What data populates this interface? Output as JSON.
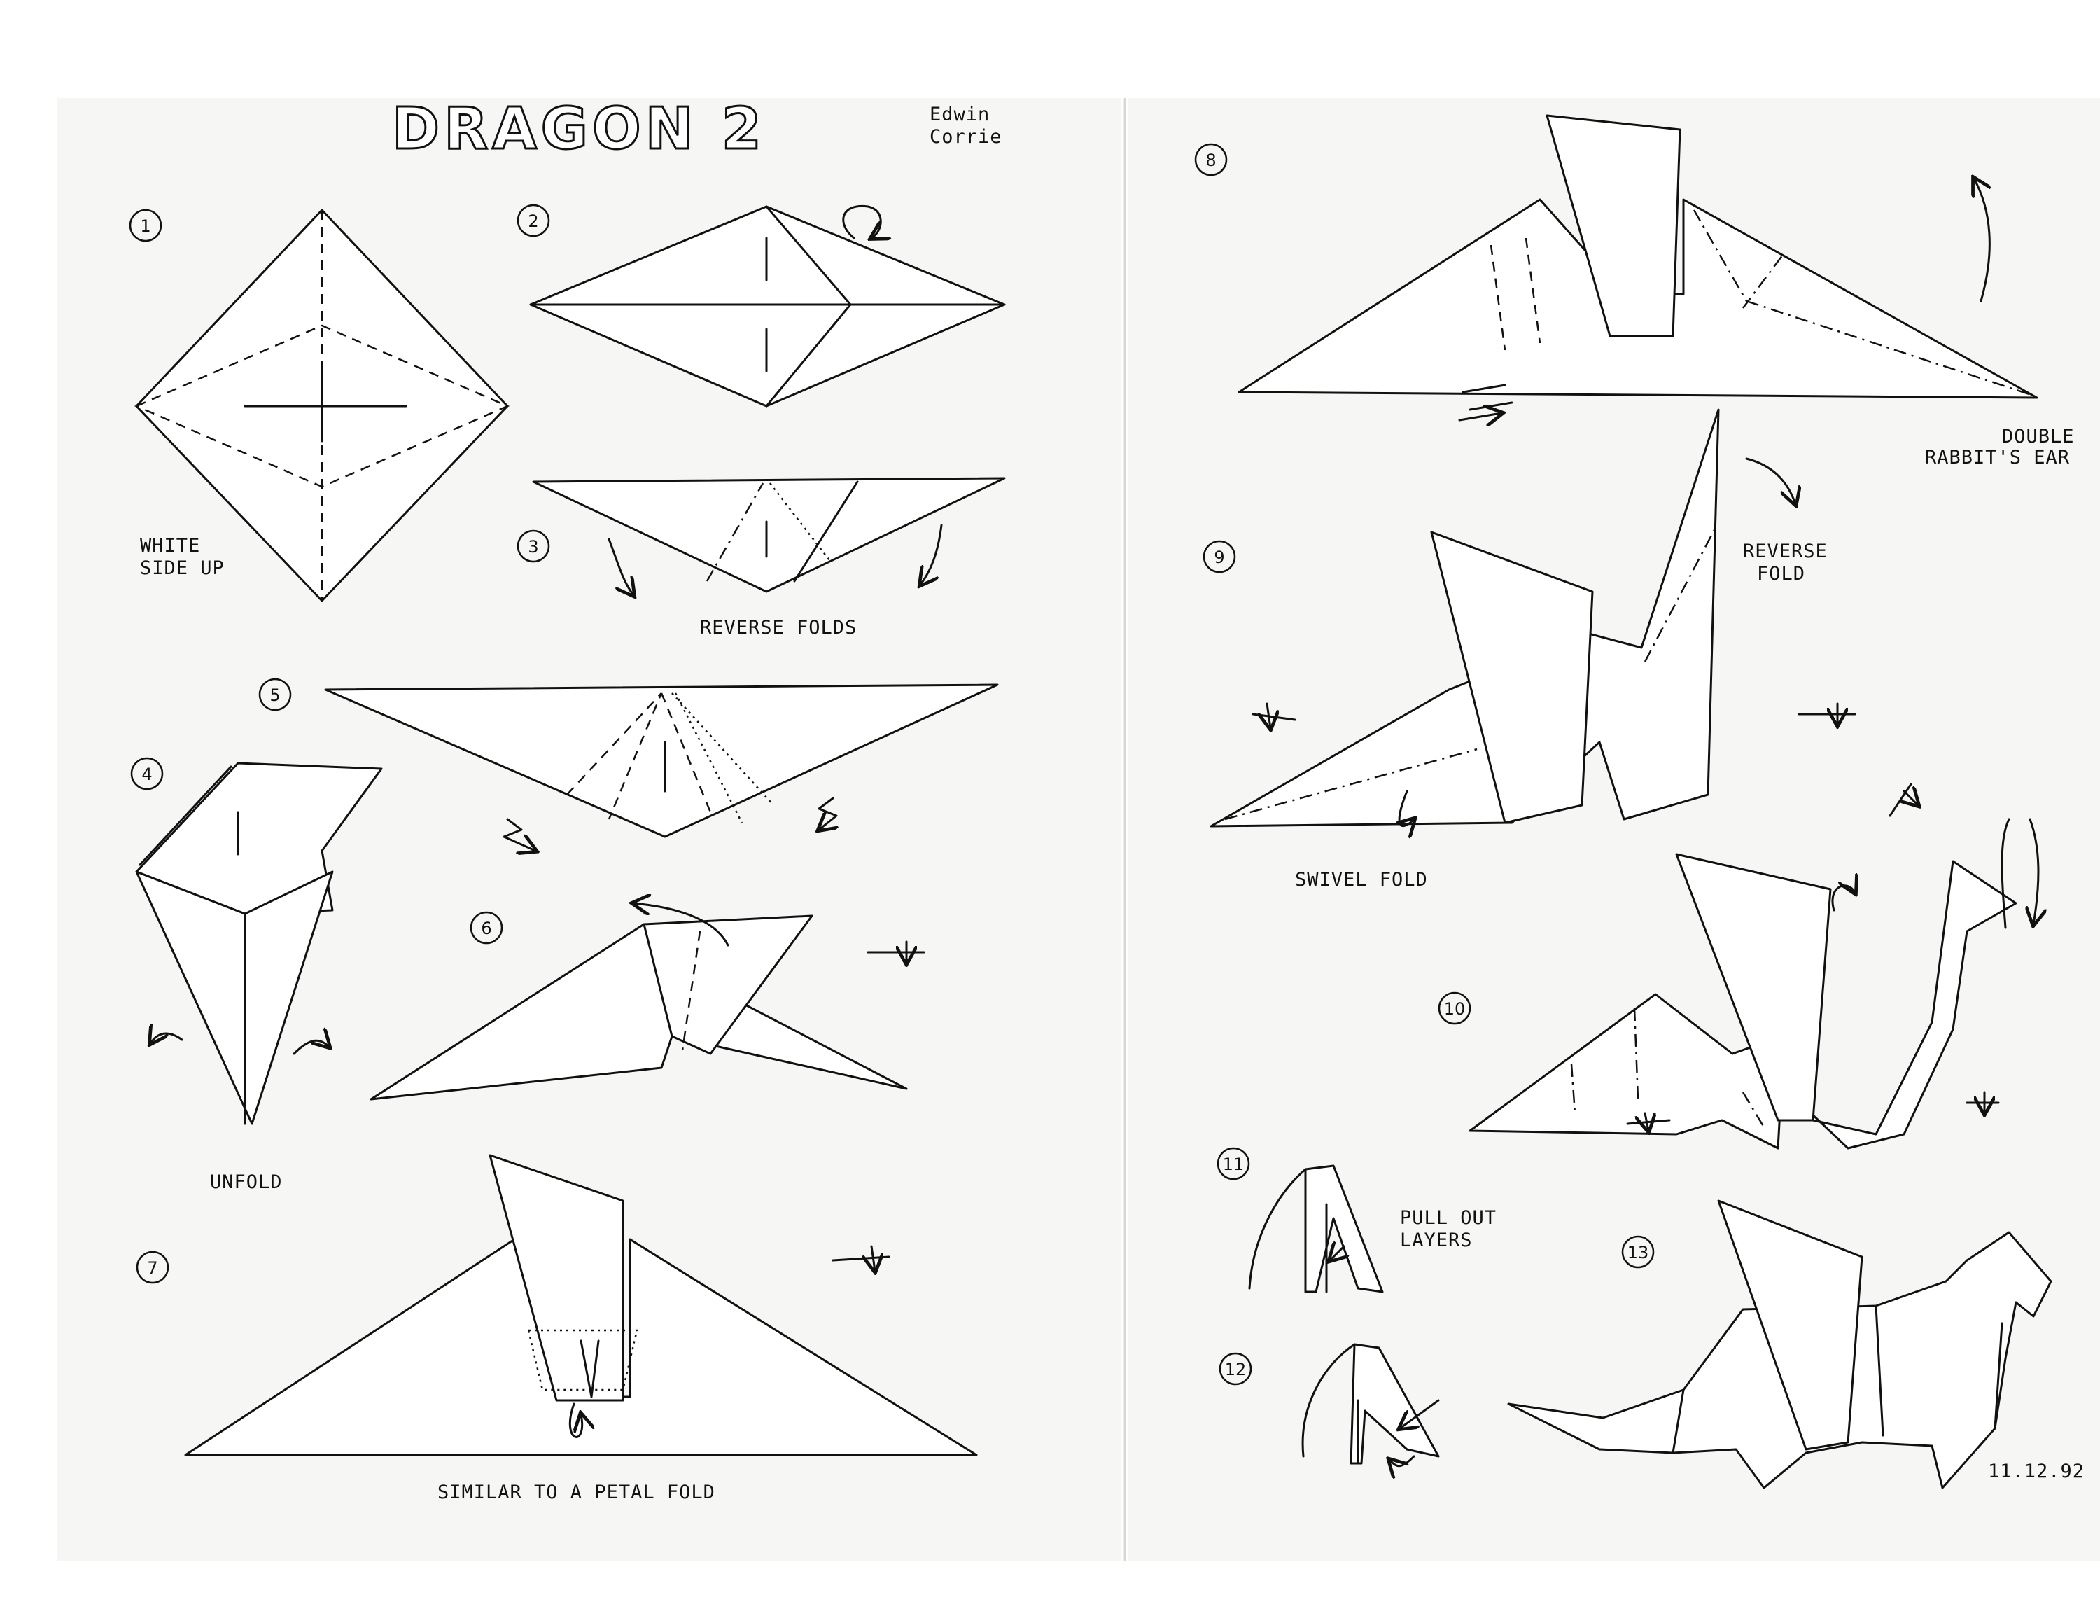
{
  "title": "DRAGON 2",
  "author": [
    "Edwin",
    "Corrie"
  ],
  "date": "11.12.92",
  "steps": [
    {
      "number": "1",
      "label": [
        "WHITE",
        "SIDE UP"
      ]
    },
    {
      "number": "2",
      "label": []
    },
    {
      "number": "3",
      "label": [
        "REVERSE FOLDS"
      ]
    },
    {
      "number": "4",
      "label": [
        "UNFOLD"
      ]
    },
    {
      "number": "5",
      "label": []
    },
    {
      "number": "6",
      "label": []
    },
    {
      "number": "7",
      "label": [
        "SIMILAR TO A PETAL FOLD"
      ]
    },
    {
      "number": "8",
      "label": [
        "DOUBLE",
        "RABBIT'S EAR"
      ]
    },
    {
      "number": "9",
      "label": [
        "REVERSE",
        "FOLD",
        "SWIVEL FOLD"
      ]
    },
    {
      "number": "10",
      "label": []
    },
    {
      "number": "11",
      "label": [
        "PULL OUT",
        "LAYERS"
      ]
    },
    {
      "number": "12",
      "label": []
    },
    {
      "number": "13",
      "label": []
    }
  ]
}
